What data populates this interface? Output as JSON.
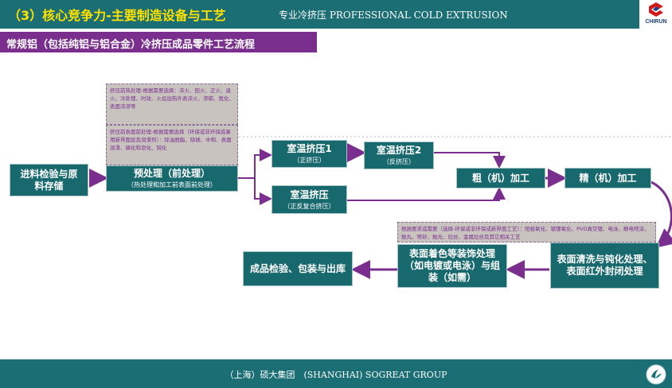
{
  "header": {
    "title": "（3）核心竞争力-主要制造设备与工艺",
    "subtitle": "专业冷挤压 PROFESSIONAL COLD EXTRUSION",
    "logo_text": "CHIRUN"
  },
  "banner": {
    "text": "常规铝（包括纯铝与铝合金）冷挤压成品零件工艺流程"
  },
  "notes": {
    "pre_heat": "挤压前热处理-根据需要选择：淬火、回火、正火、退火、冷处理、时效、火焰加热外表淬火、渗碳、氮化、表面淬渗等",
    "pre_surface": "挤压前表面前处理-根据需要选择（环保或非环保成果用新界面层及润滑剂）：除油脱脂、除锈、中和、表面润滑、磷化和皂化、钝化",
    "finish_options": "根据要求或需要（选择-环保或非环保或新界面工艺）：阳极氧化、镀镍氧化、PVD真空镀、电泳、静电喷涂、抛丸、喷砂、抛光、拉丝、金属拉丝及其它相关工艺"
  },
  "steps": {
    "incoming": {
      "main": "进料检验与原料存储"
    },
    "pretreat": {
      "main": "预处理（前处理）",
      "sub": "（热处理和加工前表面前处理）"
    },
    "cold1": {
      "main": "室温挤压1",
      "sub": "（正挤压）"
    },
    "cold2": {
      "main": "室温挤压2",
      "sub": "（反挤压）"
    },
    "cold3": {
      "main": "室温挤压",
      "sub": "（正反复合挤压）"
    },
    "rough": {
      "main": "粗（机）加工"
    },
    "fine": {
      "main": "精（机）加工"
    },
    "clean": {
      "main": "表面清洗与钝化处理、表面红外封闭处理"
    },
    "coat": {
      "main": "表面着色等装饰处理（如电镀或电泳）与组装（如需）"
    },
    "final": {
      "main": "成品检验、包装与出库"
    }
  },
  "footer": {
    "text": "（上海）硕大集团　(SHANGHAI) SOGREAT GROUP"
  },
  "colors": {
    "teal": "#18696e",
    "purple": "#7a2e8e",
    "yellow": "#ffe100"
  }
}
